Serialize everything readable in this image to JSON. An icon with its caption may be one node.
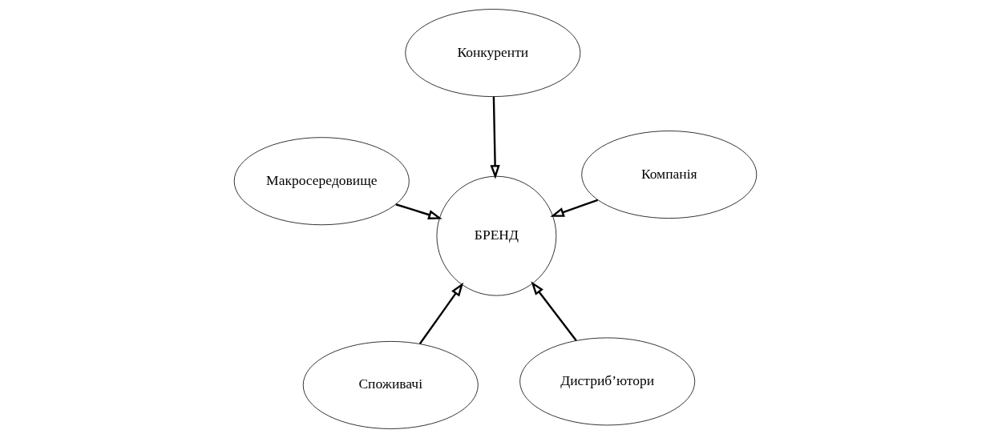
{
  "diagram": {
    "nodes": [
      {
        "text": [
          "Споживачі"
        ]
      },
      {
        "text": [
          "Дистриб’ютори"
        ]
      },
      {
        "text": [
          "БРЕНД"
        ]
      },
      {
        "text": [
          "Конкуренти"
        ]
      },
      {
        "text": [
          "Компанія"
        ]
      },
      {
        "text": [
          "Макросередовище"
        ]
      }
    ],
    "edges": [
      {
        "from": 0,
        "to": 2,
        "arrow": "to"
      },
      {
        "from": 1,
        "to": 2,
        "arrow": "to"
      },
      {
        "from": 3,
        "to": 2,
        "arrow": "to"
      },
      {
        "from": 4,
        "to": 2,
        "arrow": "to"
      },
      {
        "from": 5,
        "to": 2,
        "arrow": "to"
      }
    ]
  }
}
